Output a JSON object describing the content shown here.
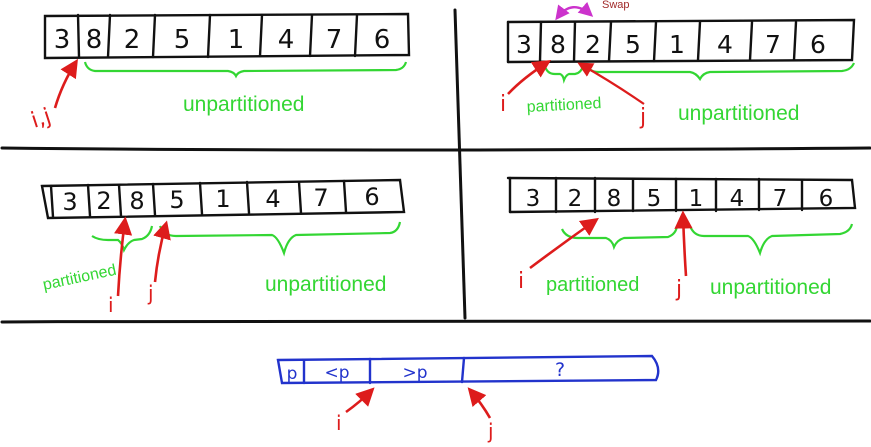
{
  "colors": {
    "ink": "#111111",
    "pointer": "#dd1c1c",
    "region": "#33d633",
    "swap": "#cc33cc",
    "swap_text": "#a12a2a",
    "invariant": "#2233cc"
  },
  "panels": {
    "top_left": {
      "cells": [
        "3",
        "8",
        "2",
        "5",
        "1",
        "4",
        "7",
        "6"
      ],
      "pointer_label": "i,j",
      "unpartitioned_label": "unpartitioned"
    },
    "top_right": {
      "cells": [
        "3",
        "8",
        "2",
        "5",
        "1",
        "4",
        "7",
        "6"
      ],
      "swap_label": "Swap",
      "i_label": "i",
      "j_label": "j",
      "partitioned_label": "partitioned",
      "unpartitioned_label": "unpartitioned"
    },
    "bottom_left": {
      "cells": [
        "3",
        "2",
        "8",
        "5",
        "1",
        "4",
        "7",
        "6"
      ],
      "i_label": "i",
      "j_label": "j",
      "partitioned_label": "partitioned",
      "unpartitioned_label": "unpartitioned"
    },
    "bottom_right": {
      "cells": [
        "3",
        "2",
        "8",
        "5",
        "1",
        "4",
        "7",
        "6"
      ],
      "i_label": "i",
      "j_label": "j",
      "partitioned_label": "partitioned",
      "unpartitioned_label": "unpartitioned"
    }
  },
  "invariant": {
    "cells": [
      "p",
      "<p",
      ">p",
      "?"
    ],
    "i_label": "i",
    "j_label": "j"
  }
}
